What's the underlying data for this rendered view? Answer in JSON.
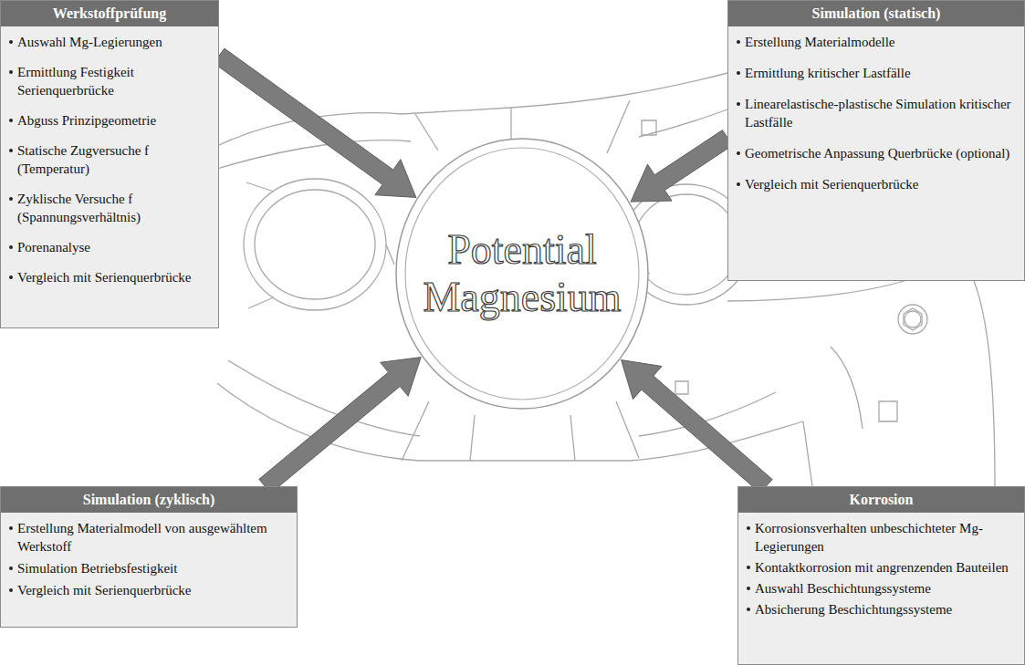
{
  "diagram": {
    "nodes": [
      {
        "text": [
          "Werkstoffprüfung",
          "Auswahl Mg-Legierungen",
          "Ermittlung Festigkeit Serienquerbrücke",
          "Abguss Prinzipgeometrie",
          "Statische Zugversuche f (Temperatur)",
          "Zyklische Versuche f (Spannungsverhältnis)",
          "Porenanalyse",
          "Vergleich mit Serienquerbrücke"
        ]
      },
      {
        "text": [
          "Simulation (statisch)",
          "Erstellung Materialmodelle",
          "Ermittlung kritischer Lastfälle",
          "Linearelastische-plastische Simulation kritischer Lastfälle",
          "Geometrische Anpassung Querbrücke (optional)",
          "Vergleich mit Serienquerbrücke"
        ]
      },
      {
        "text": [
          "Potential Magnesium"
        ]
      },
      {
        "text": [
          "Simulation (zyklisch)",
          "Erstellung Materialmodell von ausgewähltem Werkstoff",
          "Simulation Betriebsfestigkeit",
          "Vergleich mit Serienquerbrücke"
        ]
      },
      {
        "text": [
          "Korrosion",
          "Korrosionsverhalten unbeschichteter Mg-Legierungen",
          "Kontaktkorrosion mit angrenzenden Bauteilen",
          "Auswahl Beschichtungssysteme",
          "Absicherung Beschichtungssysteme"
        ]
      }
    ],
    "edges": [
      {
        "from": 0,
        "to": 2,
        "arrow": "to"
      },
      {
        "from": 1,
        "to": 2,
        "arrow": "to"
      },
      {
        "from": 3,
        "to": 2,
        "arrow": "to"
      },
      {
        "from": 4,
        "to": 2,
        "arrow": "to"
      }
    ]
  }
}
